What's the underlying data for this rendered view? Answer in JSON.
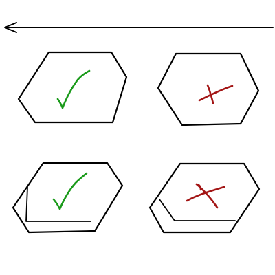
{
  "arrow": {
    "direction": "left",
    "color": "#000000"
  },
  "colors": {
    "outline": "#000000",
    "check": "#1a9a1a",
    "cross": "#a31515"
  },
  "panels": [
    {
      "row": "top",
      "variant": "correct",
      "mark": "check-icon",
      "has_fold": false
    },
    {
      "row": "top",
      "variant": "incorrect",
      "mark": "cross-icon",
      "has_fold": false
    },
    {
      "row": "bottom",
      "variant": "correct",
      "mark": "check-icon",
      "has_fold": true
    },
    {
      "row": "bottom",
      "variant": "incorrect",
      "mark": "cross-icon",
      "has_fold": true
    }
  ]
}
